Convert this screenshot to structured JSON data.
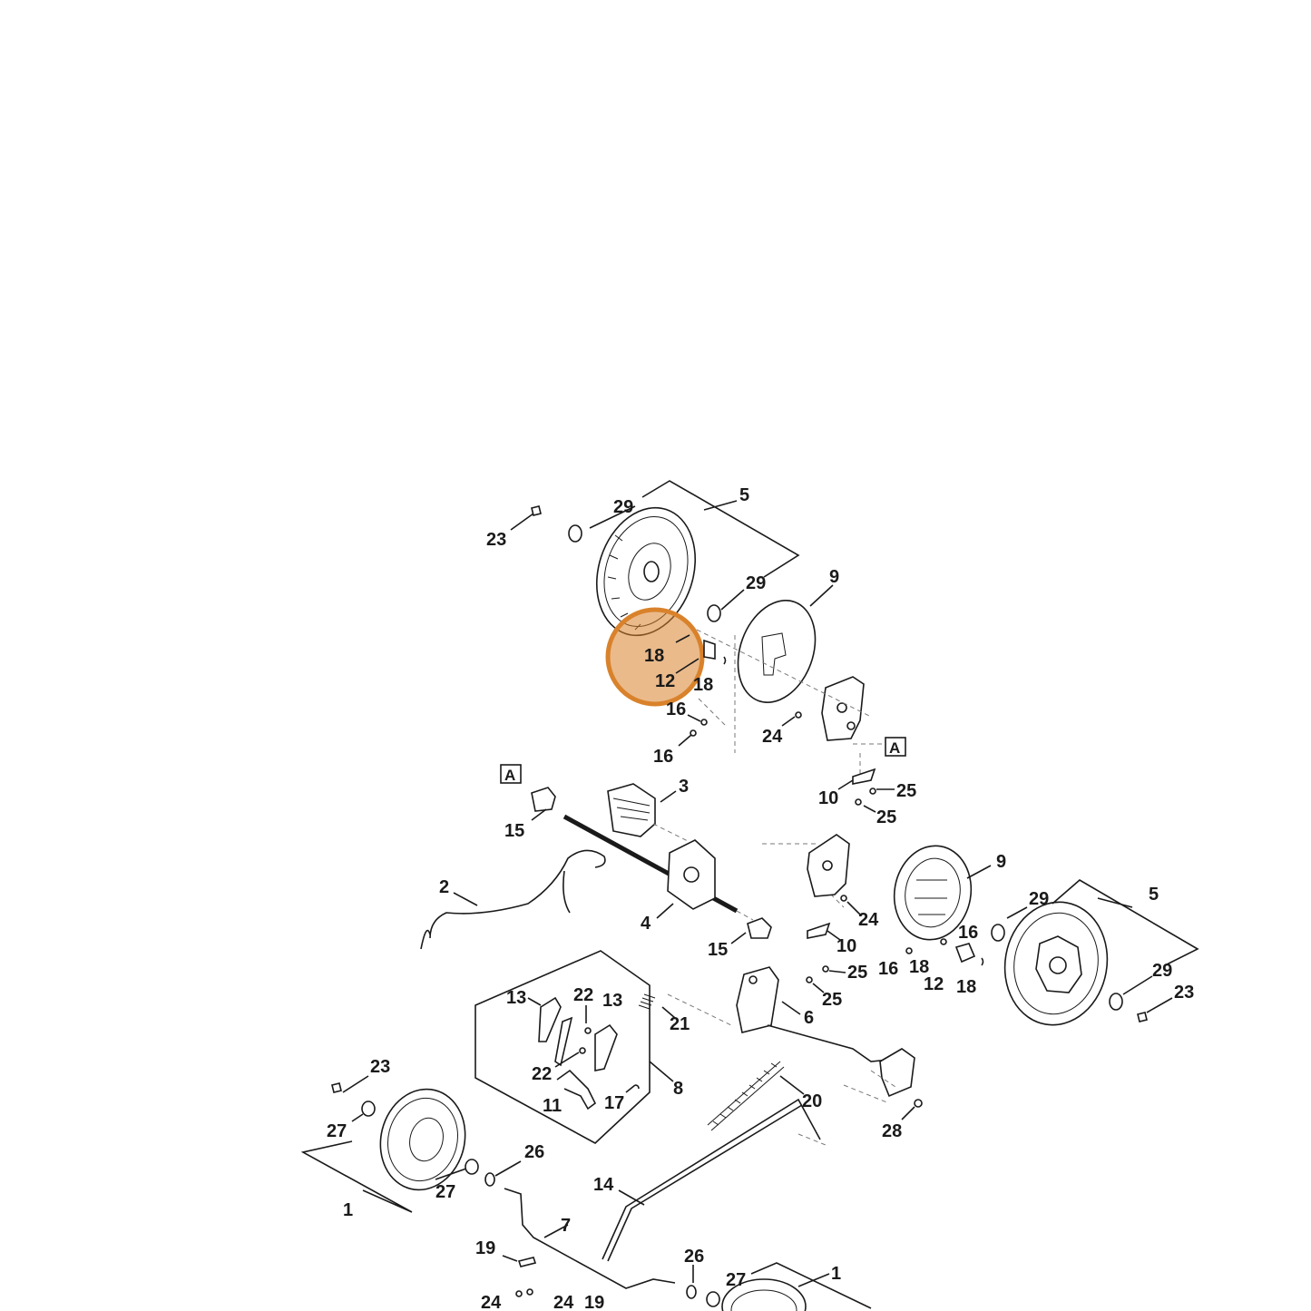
{
  "diagram": {
    "highlight_color": "#d9822b",
    "line_color": "#1a1a1a",
    "labels": {
      "p5a": "5",
      "p29a": "29",
      "p23a": "23",
      "p29b": "29",
      "p9a": "9",
      "p18a": "18",
      "p12a": "12",
      "p18b": "18",
      "p16a": "16",
      "p16b": "16",
      "p24a": "24",
      "pA1": "A",
      "p10a": "10",
      "p25a": "25",
      "p25b": "25",
      "pA2": "A",
      "p3": "3",
      "p15a": "15",
      "p2": "2",
      "p4": "4",
      "p15b": "15",
      "p9b": "9",
      "p24b": "24",
      "p10b": "10",
      "p16c": "16",
      "p18c": "18",
      "p25c": "25",
      "p25d": "25",
      "p12b": "12",
      "p18d": "18",
      "p29c": "29",
      "p5b": "5",
      "p29d": "29",
      "p23b": "23",
      "p13a": "13",
      "p22a": "22",
      "p13b": "13",
      "p21": "21",
      "p6": "6",
      "p22b": "22",
      "p8": "8",
      "p11": "11",
      "p17": "17",
      "p20": "20",
      "p28": "28",
      "p23c": "23",
      "p27a": "27",
      "p27b": "27",
      "p26a": "26",
      "p1a": "1",
      "p14": "14",
      "p7": "7",
      "p19a": "19",
      "p26b": "26",
      "p27c": "27",
      "p1b": "1",
      "p24c": "24",
      "p24d": "24",
      "p19b": "19"
    }
  }
}
